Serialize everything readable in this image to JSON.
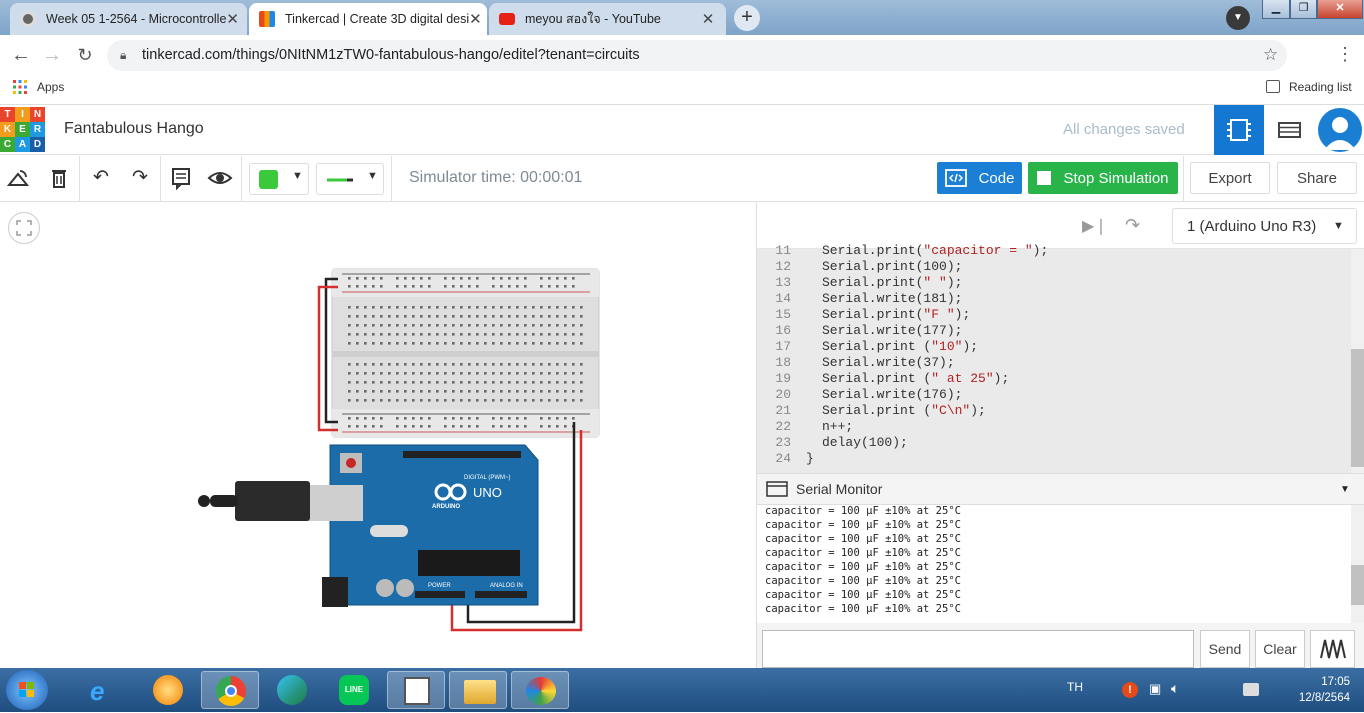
{
  "browser": {
    "tabs": [
      {
        "title": "Week 05 1-2564 - Microcontrolle",
        "active": false
      },
      {
        "title": "Tinkercad | Create 3D digital desi",
        "active": true
      },
      {
        "title": "meyou สองใจ - YouTube",
        "active": false
      }
    ],
    "url": "tinkercad.com/things/0NItNM1zTW0-fantabulous-hango/editel?tenant=circuits",
    "bookmarks": {
      "apps": "Apps",
      "reading_list": "Reading list"
    }
  },
  "app": {
    "logo": [
      "T",
      "I",
      "N",
      "K",
      "E",
      "R",
      "C",
      "A",
      "D"
    ],
    "project_name": "Fantabulous Hango",
    "save_status": "All changes saved",
    "simulator_time": "Simulator time: 00:00:01",
    "code_label": "Code",
    "stop_label": "Stop Simulation",
    "export_label": "Export",
    "share_label": "Share",
    "device": "1 (Arduino Uno R3)",
    "wire_color": "#3ac93a"
  },
  "code": {
    "lines": [
      {
        "num": "11",
        "parts": [
          {
            "t": "Serial.print(",
            "c": "n"
          },
          {
            "t": "\"capacitor = \"",
            "c": "s"
          },
          {
            "t": ");",
            "c": "n"
          }
        ]
      },
      {
        "num": "12",
        "parts": [
          {
            "t": "Serial.print(100);",
            "c": "n"
          }
        ]
      },
      {
        "num": "13",
        "parts": [
          {
            "t": "Serial.print(",
            "c": "n"
          },
          {
            "t": "\" \"",
            "c": "s"
          },
          {
            "t": ");",
            "c": "n"
          }
        ]
      },
      {
        "num": "14",
        "parts": [
          {
            "t": "Serial.write(181);",
            "c": "n"
          }
        ]
      },
      {
        "num": "15",
        "parts": [
          {
            "t": "Serial.print(",
            "c": "n"
          },
          {
            "t": "\"F \"",
            "c": "s"
          },
          {
            "t": ");",
            "c": "n"
          }
        ]
      },
      {
        "num": "16",
        "parts": [
          {
            "t": "Serial.write(177);",
            "c": "n"
          }
        ]
      },
      {
        "num": "17",
        "parts": [
          {
            "t": "Serial.print (",
            "c": "n"
          },
          {
            "t": "\"10\"",
            "c": "s"
          },
          {
            "t": ");",
            "c": "n"
          }
        ]
      },
      {
        "num": "18",
        "parts": [
          {
            "t": "Serial.write(37);",
            "c": "n"
          }
        ]
      },
      {
        "num": "19",
        "parts": [
          {
            "t": "Serial.print (",
            "c": "n"
          },
          {
            "t": "\" at 25\"",
            "c": "s"
          },
          {
            "t": ");",
            "c": "n"
          }
        ]
      },
      {
        "num": "20",
        "parts": [
          {
            "t": "Serial.write(176);",
            "c": "n"
          }
        ]
      },
      {
        "num": "21",
        "parts": [
          {
            "t": "Serial.print (",
            "c": "n"
          },
          {
            "t": "\"C\\n\"",
            "c": "s"
          },
          {
            "t": ");",
            "c": "n"
          }
        ]
      },
      {
        "num": "22",
        "parts": [
          {
            "t": "n++;",
            "c": "n"
          }
        ]
      },
      {
        "num": "23",
        "parts": [
          {
            "t": "delay(100);",
            "c": "n"
          }
        ]
      },
      {
        "num": "24",
        "parts": [
          {
            "t": "}",
            "c": "n",
            "outdent": true
          }
        ]
      }
    ]
  },
  "serial_monitor": {
    "title": "Serial Monitor",
    "lines": [
      "capacitor = 100 µF ±10% at 25°C",
      "capacitor = 100 µF ±10% at 25°C",
      "capacitor = 100 µF ±10% at 25°C",
      "capacitor = 100 µF ±10% at 25°C",
      "capacitor = 100 µF ±10% at 25°C",
      "capacitor = 100 µF ±10% at 25°C",
      "capacitor = 100 µF ±10% at 25°C",
      "capacitor = 100 µF ±10% at 25°C"
    ],
    "send_label": "Send",
    "clear_label": "Clear"
  },
  "circuit": {
    "board_labels": {
      "uno": "UNO",
      "arduino": "ARDUINO",
      "digital": "DIGITAL (PWM~)",
      "power": "POWER",
      "analog": "ANALOG IN"
    }
  },
  "taskbar": {
    "language": "TH",
    "time": "17:05",
    "date": "12/8/2564"
  }
}
